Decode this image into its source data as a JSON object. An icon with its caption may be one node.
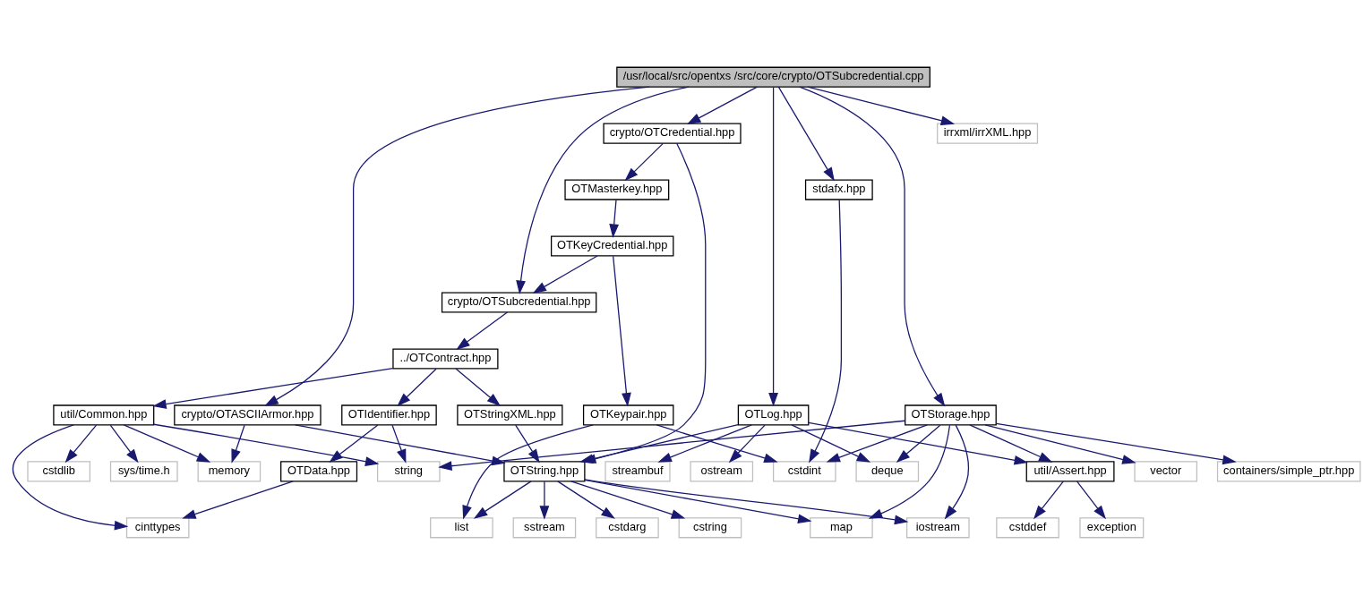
{
  "diagram": {
    "nodes": [
      {
        "text": [
          "/usr/local/src/opentxs /src/core/crypto/OTSubcredential.cpp"
        ]
      },
      {
        "text": [
          "crypto/OTCredential.hpp"
        ]
      },
      {
        "text": [
          "irrxml/irrXML.hpp"
        ]
      },
      {
        "text": [
          "OTMasterkey.hpp"
        ]
      },
      {
        "text": [
          "stdafx.hpp"
        ]
      },
      {
        "text": [
          "OTKeyCredential.hpp"
        ]
      },
      {
        "text": [
          "crypto/OTSubcredential.hpp"
        ]
      },
      {
        "text": [
          "../OTContract.hpp"
        ]
      },
      {
        "text": [
          "util/Common.hpp"
        ]
      },
      {
        "text": [
          "crypto/OTASCIIArmor.hpp"
        ]
      },
      {
        "text": [
          "OTIdentifier.hpp"
        ]
      },
      {
        "text": [
          "OTStringXML.hpp"
        ]
      },
      {
        "text": [
          "OTKeypair.hpp"
        ]
      },
      {
        "text": [
          "OTLog.hpp"
        ]
      },
      {
        "text": [
          "OTStorage.hpp"
        ]
      },
      {
        "text": [
          "cstdlib"
        ]
      },
      {
        "text": [
          "sys/time.h"
        ]
      },
      {
        "text": [
          "memory"
        ]
      },
      {
        "text": [
          "OTData.hpp"
        ]
      },
      {
        "text": [
          "string"
        ]
      },
      {
        "text": [
          "OTString.hpp"
        ]
      },
      {
        "text": [
          "cstdint"
        ]
      },
      {
        "text": [
          "ostream"
        ]
      },
      {
        "text": [
          "streambuf"
        ]
      },
      {
        "text": [
          "deque"
        ]
      },
      {
        "text": [
          "util/Assert.hpp"
        ]
      },
      {
        "text": [
          "containers/simple_ptr.hpp"
        ]
      },
      {
        "text": [
          "vector"
        ]
      },
      {
        "text": [
          "cinttypes"
        ]
      },
      {
        "text": [
          "list"
        ]
      },
      {
        "text": [
          "cstring"
        ]
      },
      {
        "text": [
          "sstream"
        ]
      },
      {
        "text": [
          "cstdarg"
        ]
      },
      {
        "text": [
          "iostream"
        ]
      },
      {
        "text": [
          "map"
        ]
      },
      {
        "text": [
          "exception"
        ]
      },
      {
        "text": [
          "cstddef"
        ]
      }
    ],
    "edges": [
      {
        "from": 0,
        "to": 9,
        "arrow": "to"
      },
      {
        "from": 0,
        "to": 6,
        "arrow": "to"
      },
      {
        "from": 0,
        "to": 1,
        "arrow": "to"
      },
      {
        "from": 0,
        "to": 4,
        "arrow": "to"
      },
      {
        "from": 0,
        "to": 13,
        "arrow": "to"
      },
      {
        "from": 0,
        "to": 14,
        "arrow": "to"
      },
      {
        "from": 0,
        "to": 2,
        "arrow": "to"
      },
      {
        "from": 1,
        "to": 3,
        "arrow": "to"
      },
      {
        "from": 1,
        "to": 20,
        "arrow": "to"
      },
      {
        "from": 3,
        "to": 5,
        "arrow": "to"
      },
      {
        "from": 4,
        "to": 21,
        "arrow": "to"
      },
      {
        "from": 5,
        "to": 6,
        "arrow": "to"
      },
      {
        "from": 5,
        "to": 12,
        "arrow": "to"
      },
      {
        "from": 6,
        "to": 7,
        "arrow": "to"
      },
      {
        "from": 7,
        "to": 8,
        "arrow": "to"
      },
      {
        "from": 7,
        "to": 10,
        "arrow": "to"
      },
      {
        "from": 7,
        "to": 11,
        "arrow": "to"
      },
      {
        "from": 8,
        "to": 28,
        "arrow": "to"
      },
      {
        "from": 8,
        "to": 15,
        "arrow": "to"
      },
      {
        "from": 8,
        "to": 16,
        "arrow": "to"
      },
      {
        "from": 8,
        "to": 17,
        "arrow": "to"
      },
      {
        "from": 8,
        "to": 19,
        "arrow": "to"
      },
      {
        "from": 9,
        "to": 17,
        "arrow": "to"
      },
      {
        "from": 9,
        "to": 20,
        "arrow": "to"
      },
      {
        "from": 10,
        "to": 18,
        "arrow": "to"
      },
      {
        "from": 10,
        "to": 19,
        "arrow": "to"
      },
      {
        "from": 11,
        "to": 20,
        "arrow": "to"
      },
      {
        "from": 12,
        "to": 29,
        "arrow": "to"
      },
      {
        "from": 12,
        "to": 21,
        "arrow": "to"
      },
      {
        "from": 13,
        "to": 20,
        "arrow": "to"
      },
      {
        "from": 13,
        "to": 22,
        "arrow": "to"
      },
      {
        "from": 13,
        "to": 23,
        "arrow": "to"
      },
      {
        "from": 13,
        "to": 24,
        "arrow": "to"
      },
      {
        "from": 13,
        "to": 25,
        "arrow": "to"
      },
      {
        "from": 14,
        "to": 19,
        "arrow": "to"
      },
      {
        "from": 14,
        "to": 21,
        "arrow": "to"
      },
      {
        "from": 14,
        "to": 24,
        "arrow": "to"
      },
      {
        "from": 14,
        "to": 33,
        "arrow": "to"
      },
      {
        "from": 14,
        "to": 34,
        "arrow": "to"
      },
      {
        "from": 14,
        "to": 25,
        "arrow": "to"
      },
      {
        "from": 14,
        "to": 26,
        "arrow": "to"
      },
      {
        "from": 14,
        "to": 27,
        "arrow": "to"
      },
      {
        "from": 18,
        "to": 28,
        "arrow": "to"
      },
      {
        "from": 20,
        "to": 29,
        "arrow": "to"
      },
      {
        "from": 20,
        "to": 30,
        "arrow": "to"
      },
      {
        "from": 20,
        "to": 31,
        "arrow": "to"
      },
      {
        "from": 20,
        "to": 32,
        "arrow": "to"
      },
      {
        "from": 20,
        "to": 33,
        "arrow": "to"
      },
      {
        "from": 20,
        "to": 34,
        "arrow": "to"
      },
      {
        "from": 25,
        "to": 35,
        "arrow": "to"
      },
      {
        "from": 25,
        "to": 36,
        "arrow": "to"
      }
    ]
  }
}
